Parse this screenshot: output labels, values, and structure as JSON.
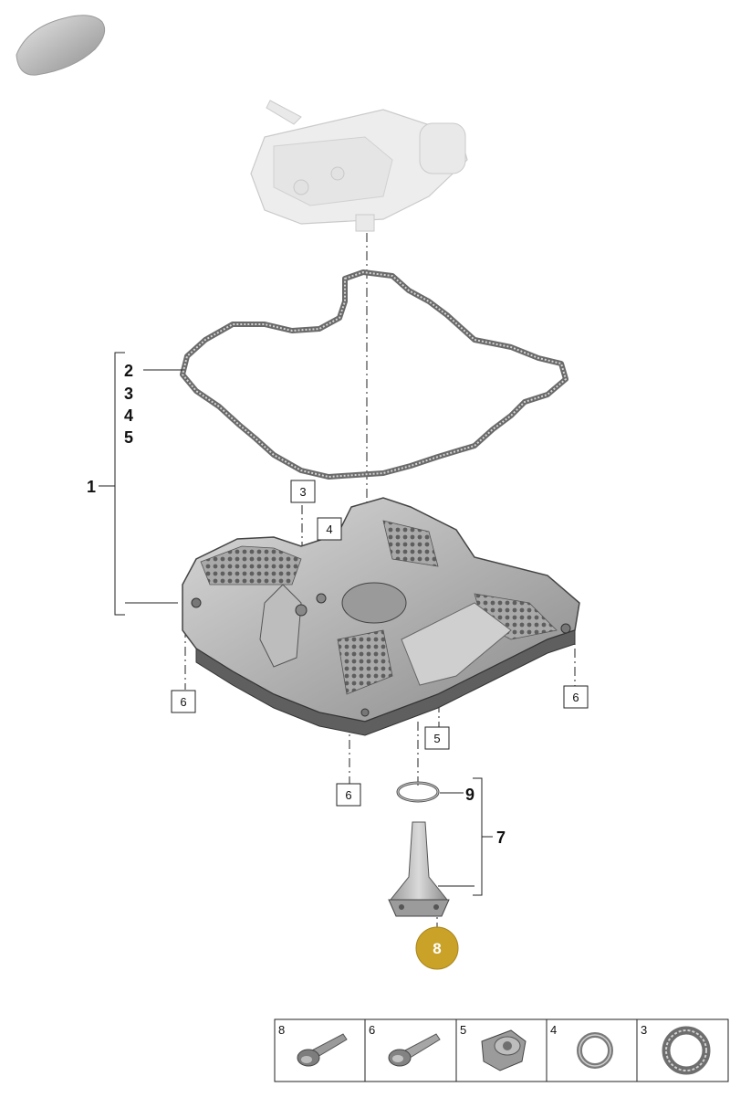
{
  "labels": {
    "l1": "1",
    "l2": "2",
    "l3": "3",
    "l4": "4",
    "l5": "5",
    "l7": "7",
    "l9": "9"
  },
  "callouts": {
    "c3": "3",
    "c4": "4",
    "c5": "5",
    "c6_left": "6",
    "c6_right": "6",
    "c6_bottom": "6",
    "c8": "8"
  },
  "parts_strip": [
    {
      "number": "8",
      "icon": "bolt-short-icon"
    },
    {
      "number": "6",
      "icon": "bolt-long-icon"
    },
    {
      "number": "5",
      "icon": "drain-plug-icon"
    },
    {
      "number": "4",
      "icon": "seal-ring-icon"
    },
    {
      "number": "3",
      "icon": "seal-ring-thick-icon"
    }
  ],
  "colors": {
    "highlight_badge": "#c9a227",
    "line": "#222222",
    "part_gray": "#b8b8b8",
    "part_dark": "#6f6f6f"
  }
}
